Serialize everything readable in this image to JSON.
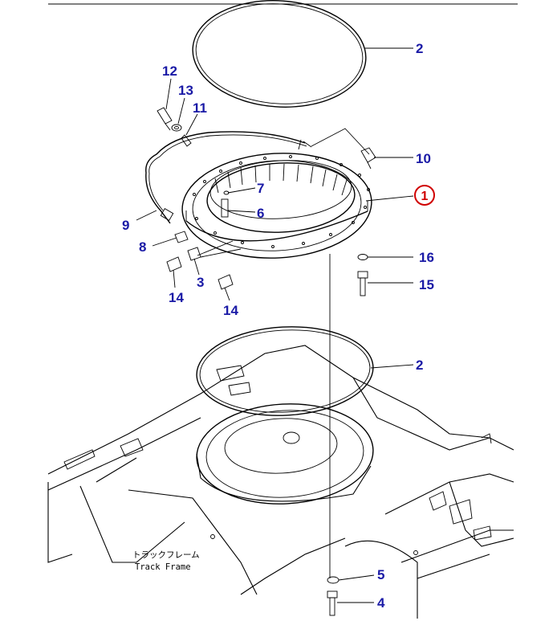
{
  "callouts": {
    "c2_top": "2",
    "c12": "12",
    "c13": "13",
    "c11": "11",
    "c10": "10",
    "c1": "1",
    "c7": "7",
    "c6": "6",
    "c9": "9",
    "c8": "8",
    "c16": "16",
    "c15": "15",
    "c3": "3",
    "c14_a": "14",
    "c14_b": "14",
    "c2_mid": "2",
    "c5": "5",
    "c4": "4"
  },
  "caption": {
    "jp": "トラックフレーム",
    "en": "Track Frame"
  },
  "colors": {
    "callout": "#1a1aa6",
    "highlight": "#d00000",
    "line": "#000000"
  }
}
